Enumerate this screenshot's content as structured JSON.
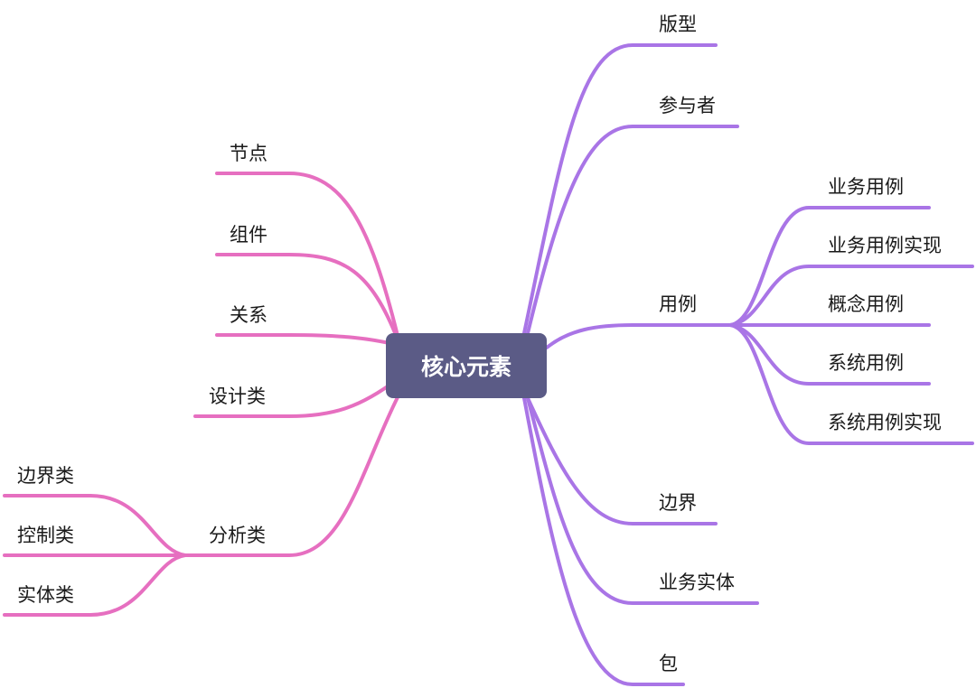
{
  "colors": {
    "left_branch": "#e66fc0",
    "right_branch": "#a975e6",
    "root_fill": "#5b5b86",
    "root_text": "#ffffff"
  },
  "root": {
    "label": "核心元素"
  },
  "left": {
    "node": "节点",
    "component": "组件",
    "relation": "关系",
    "design_class": "设计类",
    "analysis_class": {
      "label": "分析类",
      "children": [
        "边界类",
        "控制类",
        "实体类"
      ]
    }
  },
  "right": {
    "stereotype": "版型",
    "actor": "参与者",
    "use_case": {
      "label": "用例",
      "children": [
        "业务用例",
        "业务用例实现",
        "概念用例",
        "系统用例",
        "系统用例实现"
      ]
    },
    "boundary": "边界",
    "business_entity": "业务实体",
    "package": "包"
  }
}
